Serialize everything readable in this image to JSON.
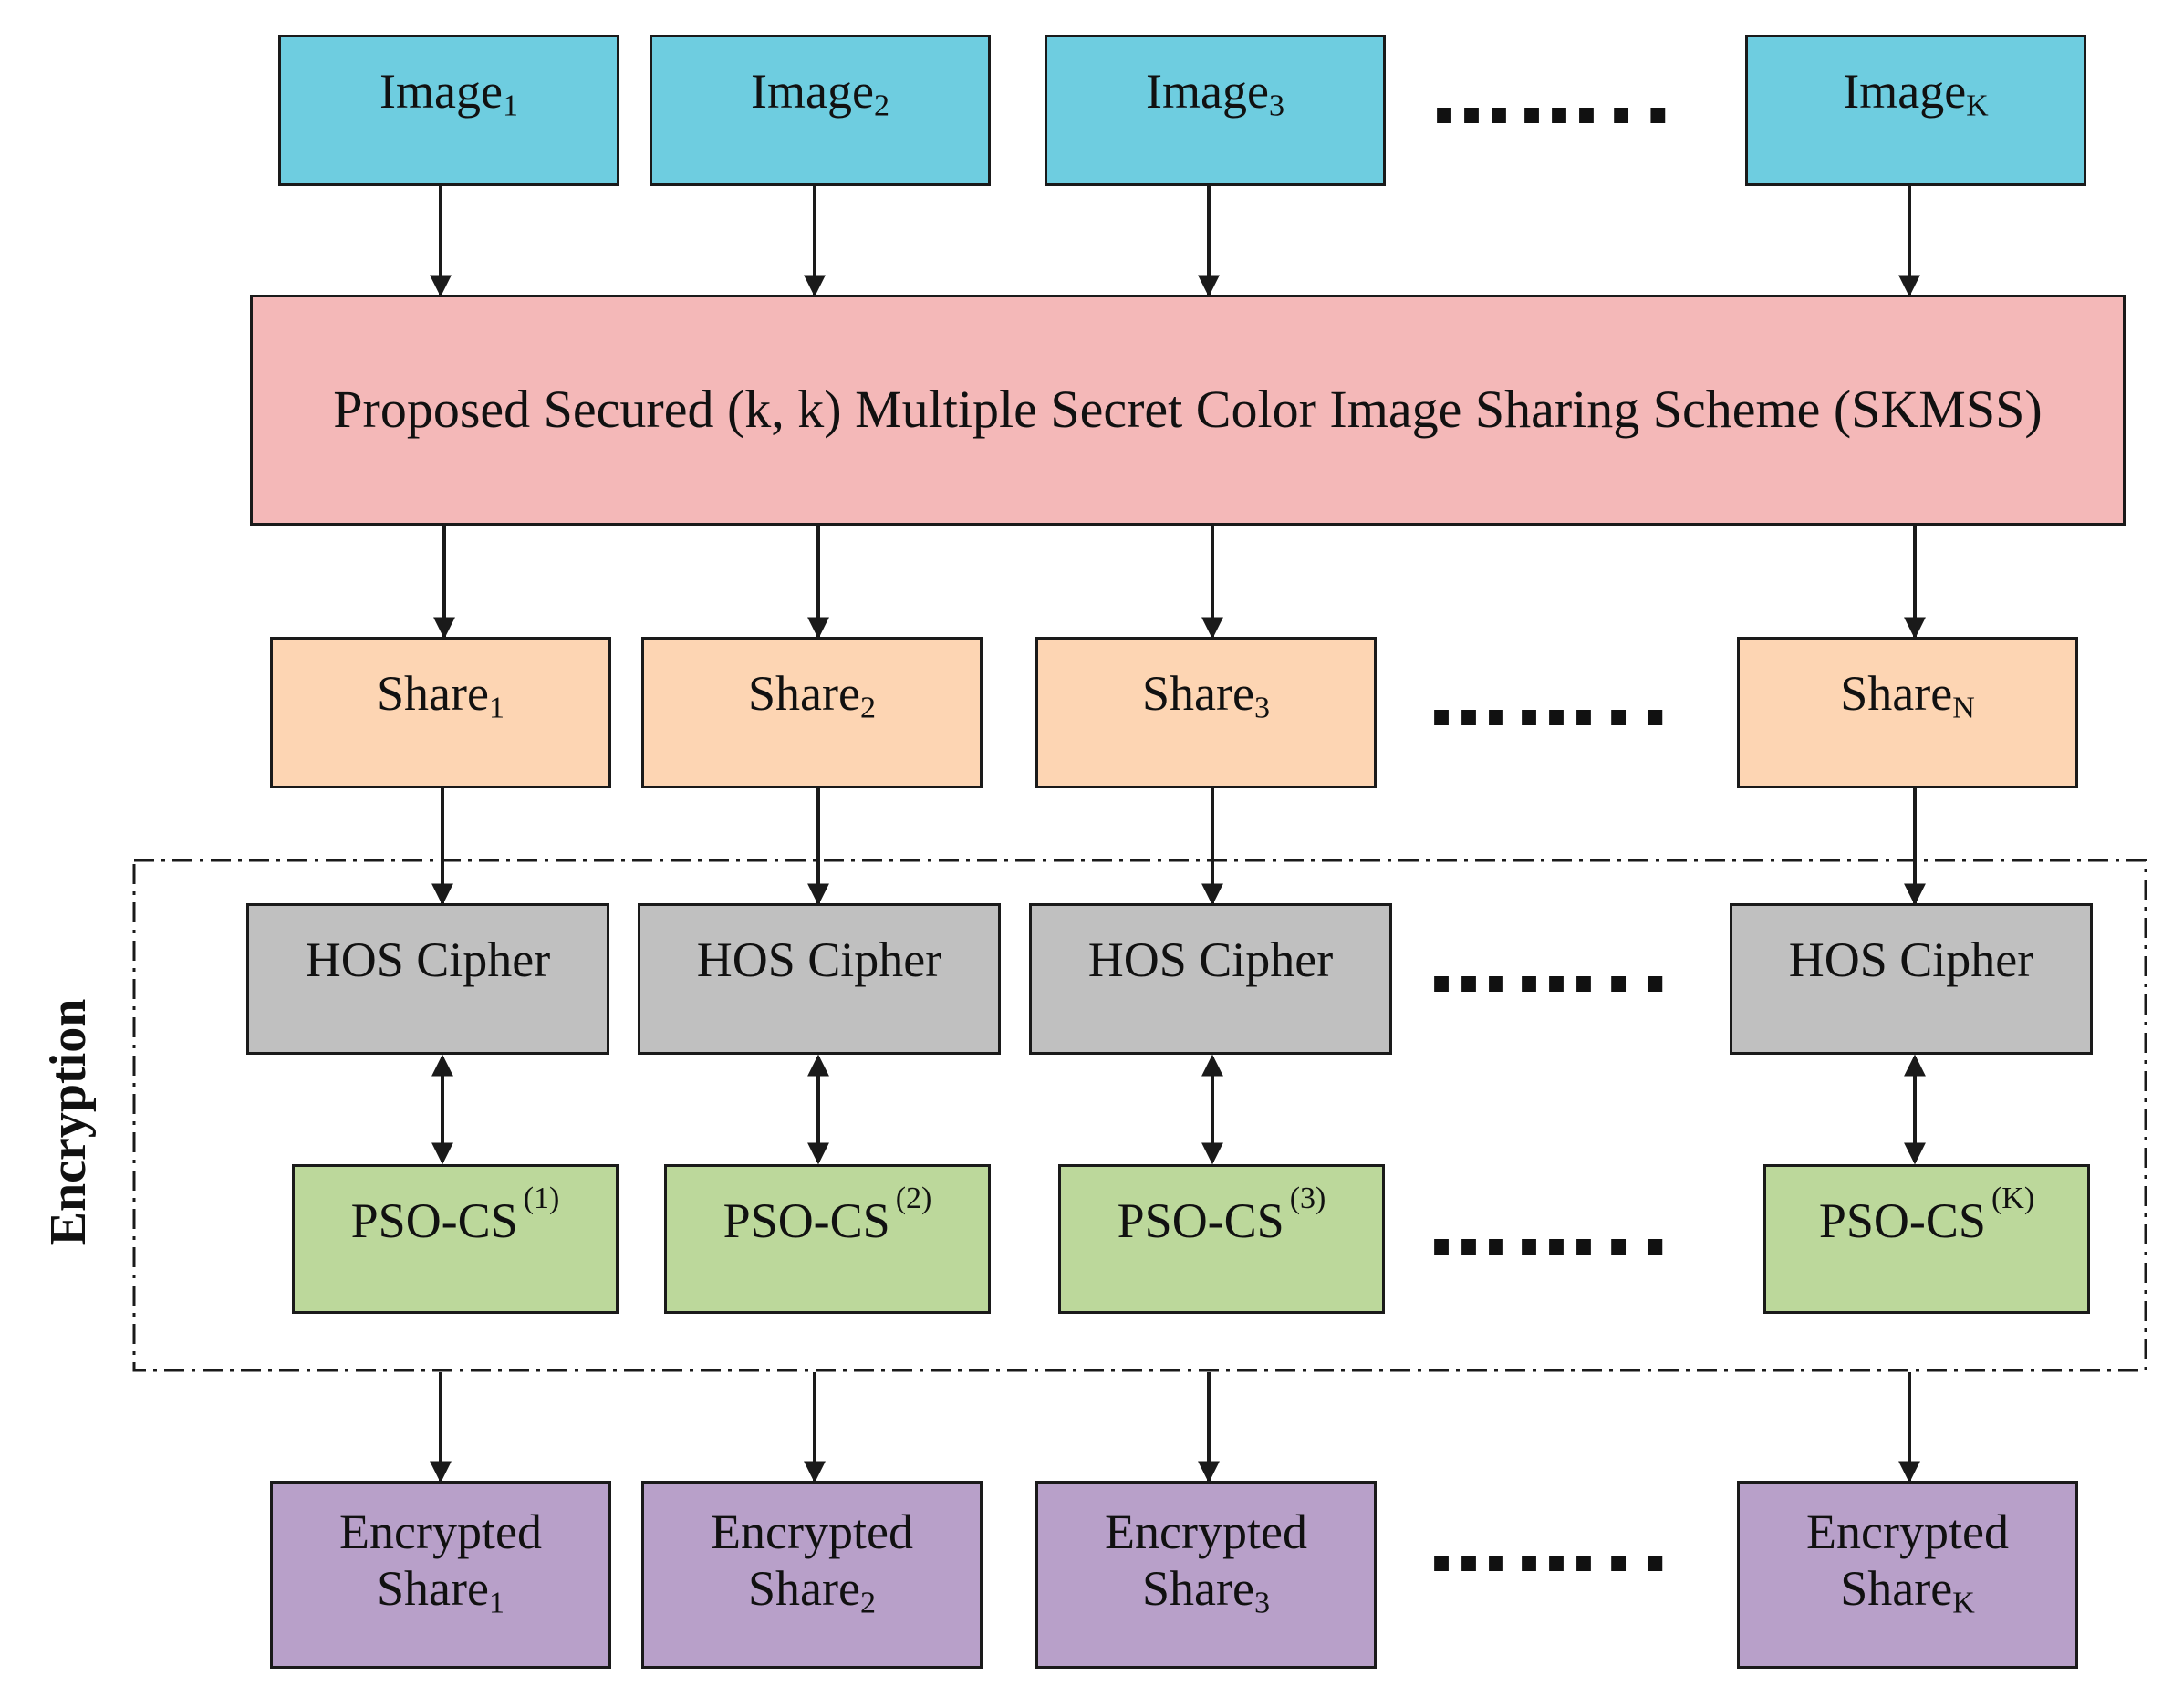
{
  "rows": {
    "images": [
      {
        "base": "Image",
        "sub": "1"
      },
      {
        "base": "Image",
        "sub": "2"
      },
      {
        "base": "Image",
        "sub": "3"
      },
      {
        "base": "Image",
        "sub": "K"
      }
    ],
    "shares": [
      {
        "base": "Share",
        "sub": "1"
      },
      {
        "base": "Share",
        "sub": "2"
      },
      {
        "base": "Share",
        "sub": "3"
      },
      {
        "base": "Share",
        "sub": "N"
      }
    ],
    "ciphers": [
      {
        "label": "HOS Cipher"
      },
      {
        "label": "HOS Cipher"
      },
      {
        "label": "HOS Cipher"
      },
      {
        "label": "HOS Cipher"
      }
    ],
    "pso": [
      {
        "base": "PSO-CS",
        "sup": "(1)"
      },
      {
        "base": "PSO-CS",
        "sup": "(2)"
      },
      {
        "base": "PSO-CS",
        "sup": "(3)"
      },
      {
        "base": "PSO-CS",
        "sup": "(K)"
      }
    ],
    "encrypted": [
      {
        "line1": "Encrypted",
        "base": "Share",
        "sub": "1"
      },
      {
        "line1": "Encrypted",
        "base": "Share",
        "sub": "2"
      },
      {
        "line1": "Encrypted",
        "base": "Share",
        "sub": "3"
      },
      {
        "line1": "Encrypted",
        "base": "Share",
        "sub": "K"
      }
    ]
  },
  "scheme": {
    "label": "Proposed Secured (k, k) Multiple Secret Color Image Sharing Scheme (SKMSS)"
  },
  "encryption_group": {
    "label": "Encryption"
  },
  "ellipsis": "……..",
  "colors": {
    "image": "#6ecde0",
    "scheme": "#f4b8b8",
    "share": "#fdd5b3",
    "cipher": "#c0c0c0",
    "pso": "#bcd89b",
    "encrypted": "#b8a0c9",
    "stroke": "#1a1a1a"
  }
}
